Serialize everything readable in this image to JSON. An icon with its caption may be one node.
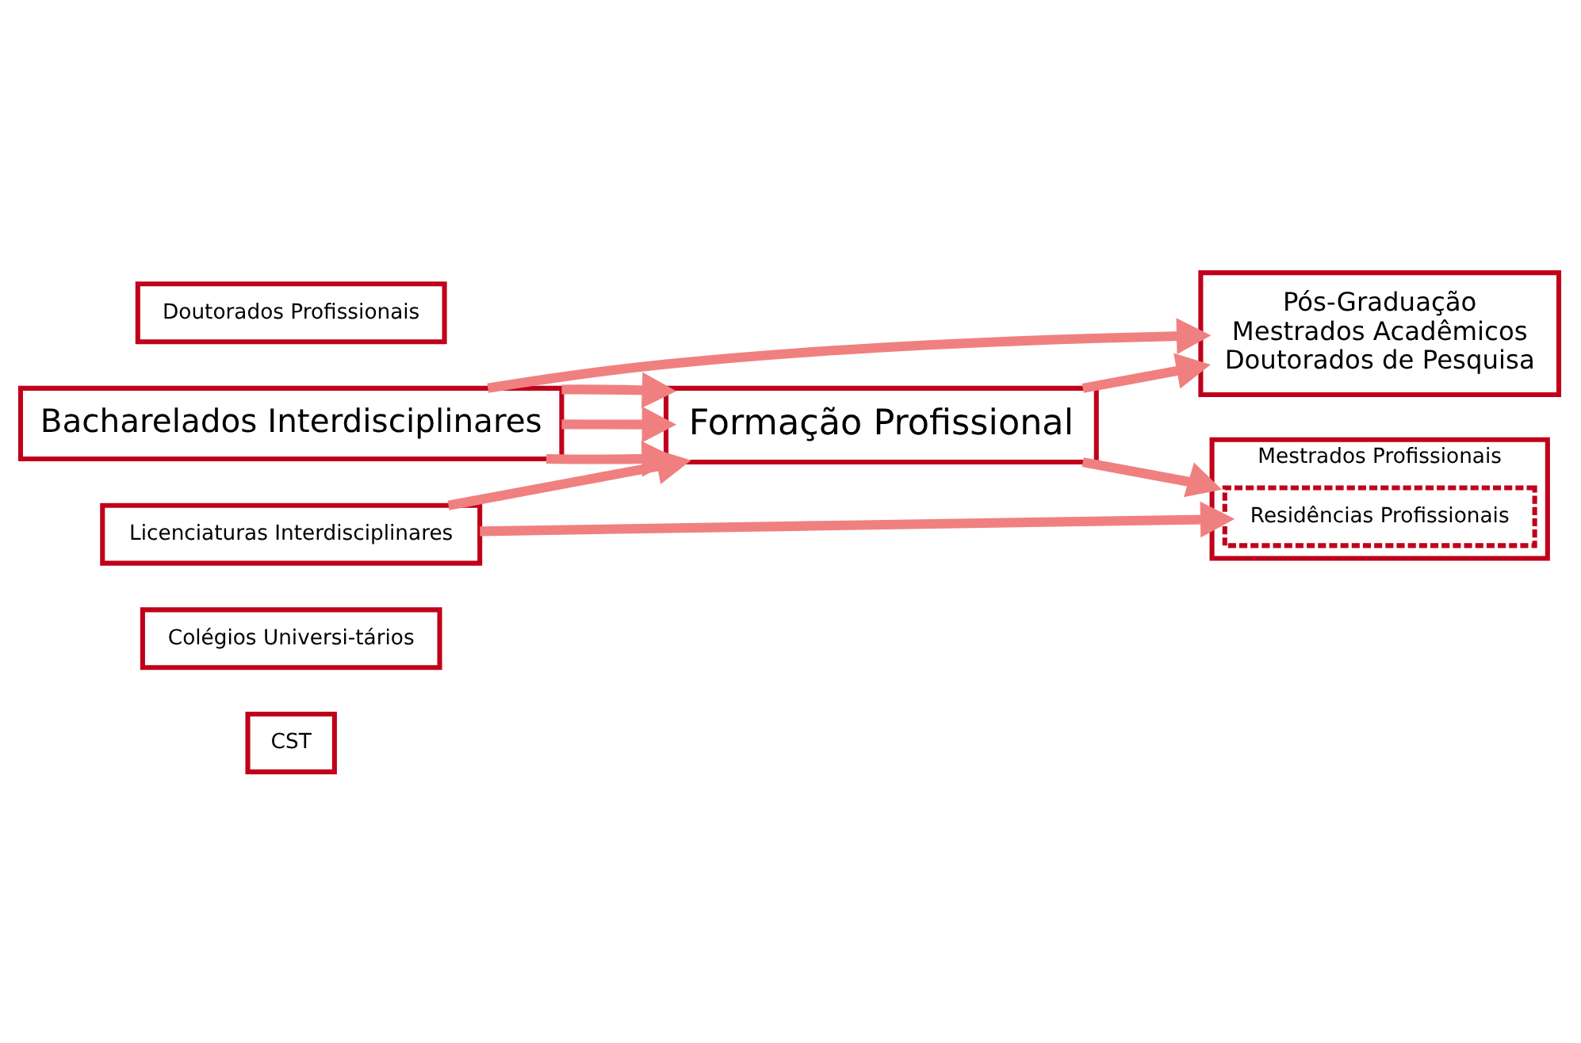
{
  "diagram": {
    "nodes": [
      {
        "text": [
          "CST"
        ]
      },
      {
        "text": [
          "Colégios Universi-tários"
        ]
      },
      {
        "text": [
          "Bacharelados Interdisciplinares"
        ]
      },
      {
        "text": [
          "Formação Profissional"
        ]
      },
      {
        "text": [
          "Pós-Graduação",
          "Mestrados Acadêmicos",
          "Doutorados de Pesquisa"
        ]
      },
      {
        "text": [
          "Mestrados Profissionais"
        ]
      },
      {
        "text": [
          "Residências Profissionais"
        ],
        "in": 5
      },
      {
        "text": [
          "Doutorados Profissionais"
        ]
      },
      {
        "text": [
          "Licenciaturas Interdisciplinares"
        ]
      }
    ],
    "edges": [
      {
        "from": 2,
        "to": 4,
        "arrow": "to"
      },
      {
        "from": 2,
        "to": 3,
        "arrow": "to"
      },
      {
        "from": 2,
        "to": 3,
        "arrow": "to"
      },
      {
        "from": 2,
        "to": 3,
        "arrow": "to"
      },
      {
        "from": 8,
        "to": 3,
        "arrow": "to"
      },
      {
        "from": 3,
        "to": 4,
        "arrow": "to"
      },
      {
        "from": 3,
        "to": 5,
        "arrow": "to"
      },
      {
        "from": 8,
        "to": 6,
        "arrow": "to"
      }
    ]
  }
}
